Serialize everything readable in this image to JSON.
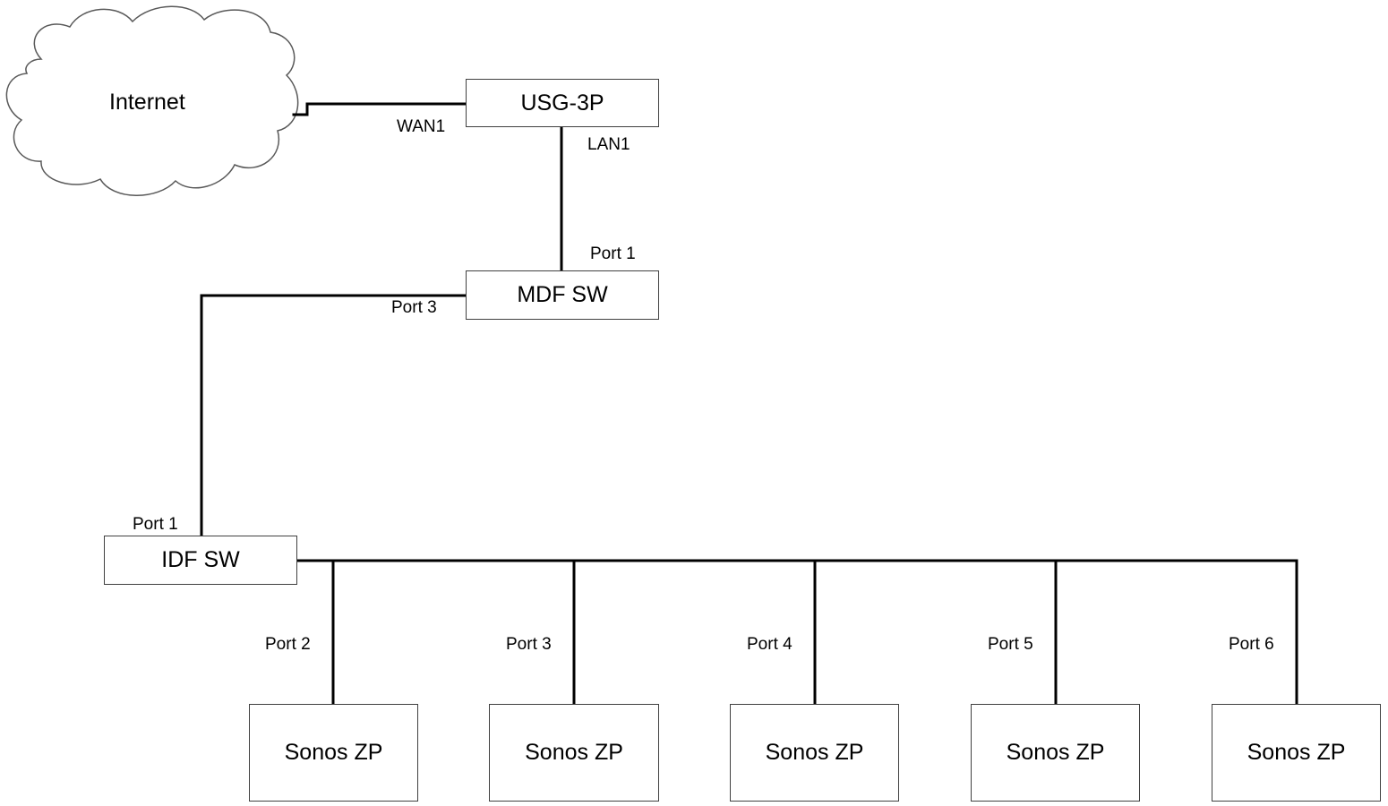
{
  "cloud": {
    "label": "Internet"
  },
  "devices": {
    "usg": {
      "label": "USG-3P"
    },
    "mdf": {
      "label": "MDF SW"
    },
    "idf": {
      "label": "IDF SW"
    }
  },
  "ports": {
    "wan1": "WAN1",
    "lan1": "LAN1",
    "mdf_port1": "Port 1",
    "mdf_port3": "Port 3",
    "idf_port1": "Port 1",
    "idf_port2": "Port 2",
    "idf_port3": "Port 3",
    "idf_port4": "Port 4",
    "idf_port5": "Port 5",
    "idf_port6": "Port 6"
  },
  "speakers": [
    {
      "label": "Sonos ZP"
    },
    {
      "label": "Sonos ZP"
    },
    {
      "label": "Sonos ZP"
    },
    {
      "label": "Sonos ZP"
    },
    {
      "label": "Sonos ZP"
    }
  ],
  "colors": {
    "line": "#000000",
    "box_border": "#404040",
    "cloud_border": "#595959",
    "background": "#ffffff"
  }
}
